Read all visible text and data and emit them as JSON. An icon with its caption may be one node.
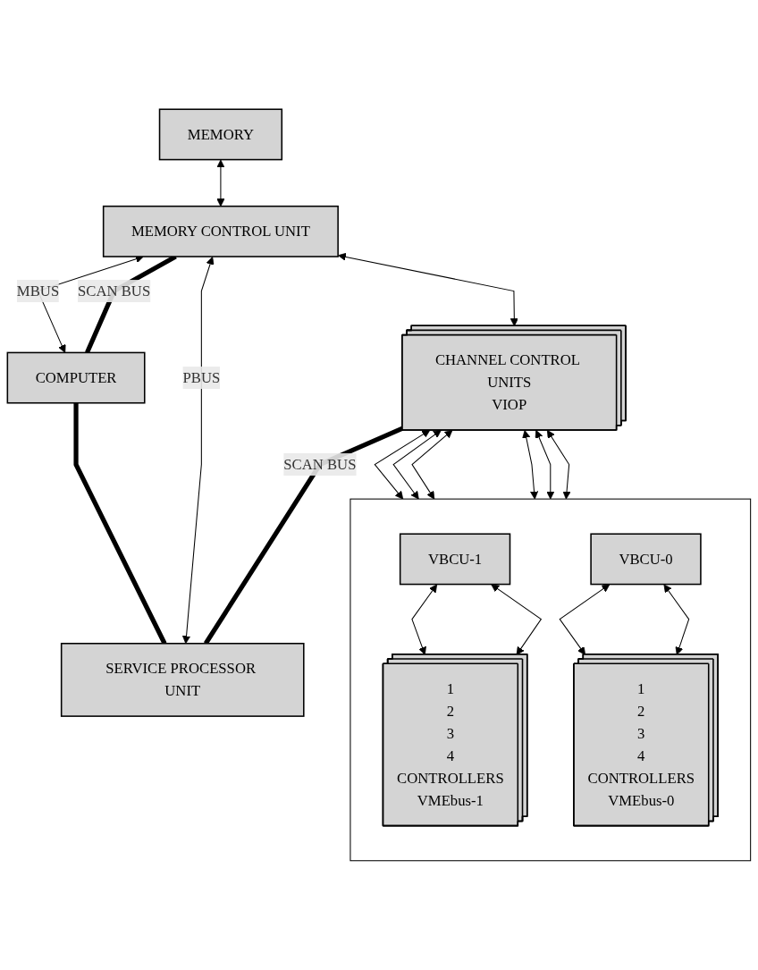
{
  "diagram": {
    "nodes": [
      {
        "text": [
          "COMPUTER"
        ]
      },
      {
        "text": [
          "MEMORY"
        ]
      },
      {
        "text": [
          "MEMORY CONTROL UNIT"
        ]
      },
      {
        "text": [
          "SERVICE PROCESSOR UNIT"
        ]
      },
      {
        "text": [
          "CHANNEL CONTROL UNITS",
          "VIOP"
        ]
      },
      {
        "text": [],
        "shape": "box"
      },
      {
        "text": [
          "VBCU-1"
        ],
        "in": 5
      },
      {
        "text": [
          "VBCU-0"
        ],
        "in": 5
      },
      {
        "text": [
          "1",
          "2",
          "3",
          "4",
          "CONTROLLERS",
          "VMEbus-1"
        ],
        "in": 5
      },
      {
        "text": [
          "1",
          "2",
          "3",
          "4",
          "CONTROLLERS",
          "VMEbus-0"
        ],
        "in": 5
      }
    ],
    "edges": [
      {
        "from": 2,
        "to": 0,
        "arrow": "both",
        "label": "MBUS"
      },
      {
        "from": 1,
        "to": 2,
        "arrow": "both"
      },
      {
        "from": 2,
        "to": 0,
        "arrow": "none",
        "label": "SCAN BUS",
        "style": "thick"
      },
      {
        "from": 0,
        "to": 3,
        "arrow": "none",
        "style": "thick"
      },
      {
        "from": 2,
        "to": 3,
        "arrow": "both",
        "label": "PBUS"
      },
      {
        "from": 2,
        "to": 4,
        "arrow": "both"
      },
      {
        "from": 4,
        "to": 3,
        "arrow": "none",
        "label": "SCAN BUS",
        "style": "thick"
      },
      {
        "from": 4,
        "to": 5,
        "arrow": "both"
      },
      {
        "from": 4,
        "to": 5,
        "arrow": "both"
      },
      {
        "from": 4,
        "to": 5,
        "arrow": "both"
      },
      {
        "from": 4,
        "to": 5,
        "arrow": "both"
      },
      {
        "from": 4,
        "to": 5,
        "arrow": "both"
      },
      {
        "from": 4,
        "to": 5,
        "arrow": "both"
      },
      {
        "from": 6,
        "to": 8,
        "arrow": "both"
      },
      {
        "from": 6,
        "to": 8,
        "arrow": "both"
      },
      {
        "from": 7,
        "to": 9,
        "arrow": "both"
      },
      {
        "from": 7,
        "to": 9,
        "arrow": "both"
      }
    ]
  }
}
